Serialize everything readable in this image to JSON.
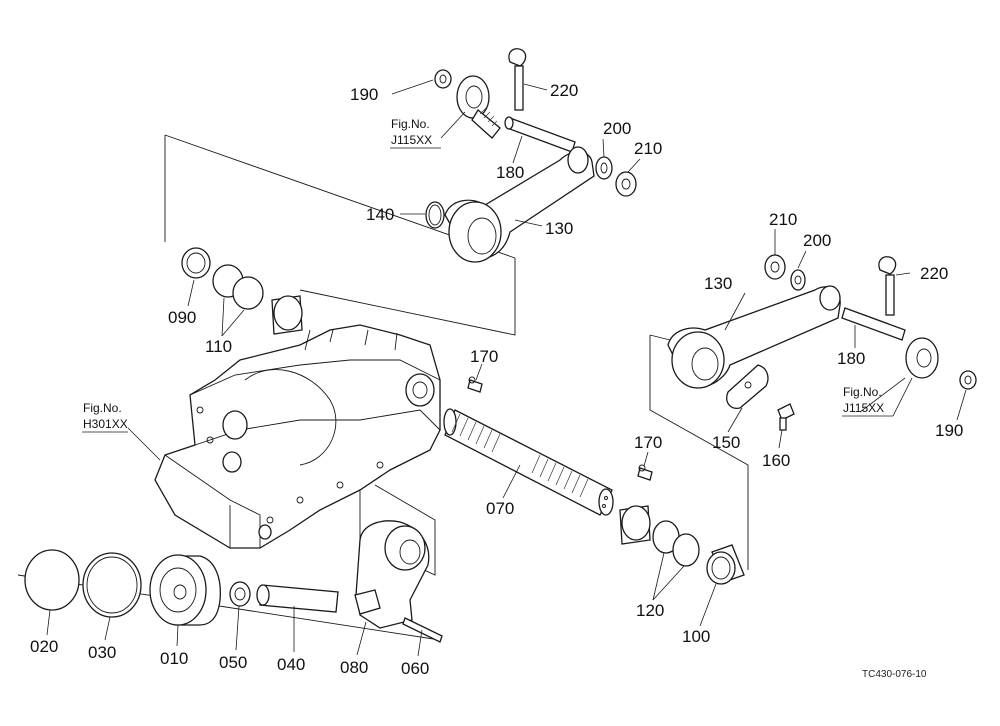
{
  "labels": {
    "p190a": "190",
    "p220a": "220",
    "p200a": "200",
    "p210a": "210",
    "p180a": "180",
    "p140": "140",
    "p130a": "130",
    "p090": "090",
    "p110": "110",
    "p210b": "210",
    "p200b": "200",
    "p220b": "220",
    "p130b": "130",
    "p180b": "180",
    "p150": "150",
    "p160": "160",
    "p190b": "190",
    "p170a": "170",
    "p170b": "170",
    "p070": "070",
    "p120": "120",
    "p100": "100",
    "p020": "020",
    "p030": "030",
    "p010": "010",
    "p050": "050",
    "p040": "040",
    "p080": "080",
    "p060": "060"
  },
  "figrefs": {
    "j115_a_title": "Fig.No.",
    "j115_a_code": "J115XX",
    "j115_b_title": "Fig.No.",
    "j115_b_code": "J115XX",
    "h301_title": "Fig.No.",
    "h301_code": "H301XX"
  },
  "drawing_code": "TC430-076-10"
}
